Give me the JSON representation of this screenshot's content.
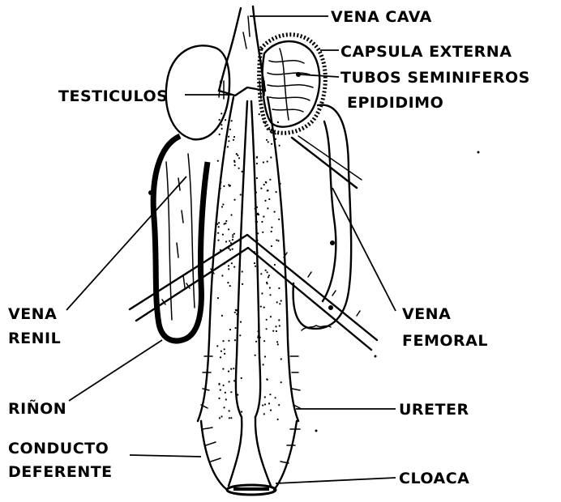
{
  "labels": {
    "vena_cava": "VENA CAVA",
    "capsula_externa": "CAPSULA EXTERNA",
    "tubos_seminiferos": "TUBOS SEMINIFEROS",
    "epididimo": "EPIDIDIMO",
    "testiculos": "TESTICULOS",
    "vena_renil_1": "VENA",
    "vena_renil_2": "RENIL",
    "vena_femoral_1": "VENA",
    "vena_femoral_2": "FEMORAL",
    "rinon": "RIÑON",
    "ureter": "URETER",
    "conducto_deferente_1": "CONDUCTO",
    "conducto_deferente_2": "DEFERENTE",
    "cloaca": "CLOACA"
  }
}
